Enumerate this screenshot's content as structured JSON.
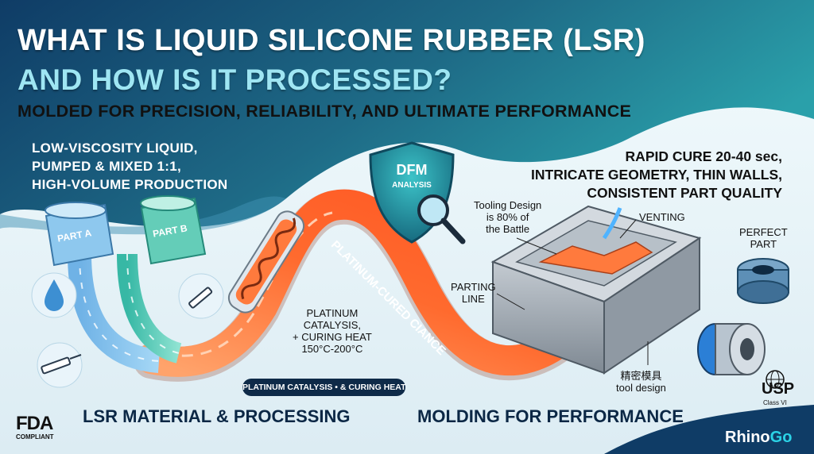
{
  "header": {
    "title_line1": "WHAT IS LIQUID SILICONE RUBBER (LSR)",
    "title_line2": "AND HOW IS IT PROCESSED?",
    "subtitle": "MOLDED FOR PRECISION, RELIABILITY, AND ULTIMATE PERFORMANCE"
  },
  "left_features": {
    "line1": "LOW-VISCOSITY LIQUID,",
    "line2": "PUMPED & MIXED 1:1,",
    "line3": "HIGH-VOLUME PRODUCTION"
  },
  "right_features": {
    "line1": "RAPID CURE 20-40 sec,",
    "line2": "INTRICATE GEOMETRY, THIN WALLS,",
    "line3": "CONSISTENT PART QUALITY"
  },
  "containers": {
    "part_a": "PART A",
    "part_b": "PART B"
  },
  "dfm": {
    "title": "DFM",
    "subtitle": "ANALYSIS"
  },
  "flow_label": "PLATINUM-CURED CIANCE",
  "mixer_callout": {
    "line1": "PLATINUM",
    "line2": "CATALYSIS,",
    "line3": "+ CURING HEAT",
    "line4": "150°C-200°C"
  },
  "mixer_pill": "PLATINUM CATALYSIS • & CURING HEAT",
  "mold_callouts": {
    "tooling_line1": "Tooling Design",
    "tooling_line2": "is 80% of",
    "tooling_line3": "the Battle",
    "venting": "VENTING",
    "parting_line1": "PARTING",
    "parting_line2": "LINE",
    "tool_cn": "精密模具",
    "tool_en": "tool design",
    "perfect_line1": "PERFECT",
    "perfect_line2": "PART"
  },
  "sections": {
    "left": "LSR MATERIAL & PROCESSING",
    "right": "MOLDING FOR PERFORMANCE"
  },
  "badges": {
    "fda": "FDA",
    "fda_sub": "COMPLIANT",
    "usp": "USP",
    "usp_sub": "Class VI"
  },
  "brand": {
    "part1": "Rhino",
    "part2": "Go"
  },
  "colors": {
    "navy": "#0b2745",
    "teal": "#2aa6b3",
    "cyan_title": "#9fe6f3",
    "flow_orange": "#ff6a2e",
    "mold_gray": "#9aa3ad"
  },
  "icons": [
    "water-drop-icon",
    "syringe-icon",
    "magnifier-icon",
    "shield-icon",
    "mixer-icon",
    "mold-icon",
    "seal-part-icon",
    "globe-icon"
  ]
}
